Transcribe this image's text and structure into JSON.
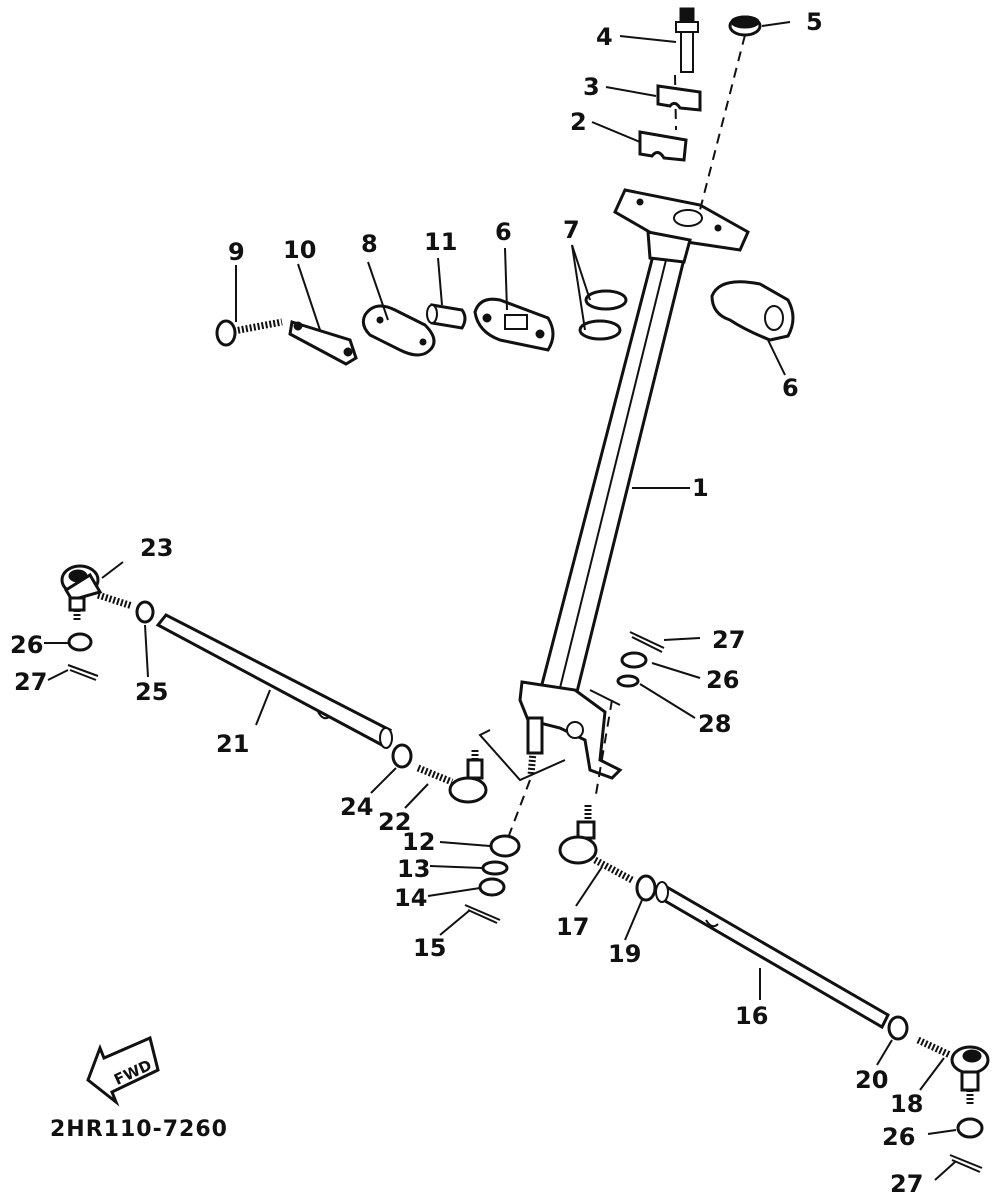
{
  "diagram": {
    "code": "2HR110-7260",
    "fwd_label": "FWD",
    "callouts": {
      "c1": "1",
      "c2": "2",
      "c3": "3",
      "c4": "4",
      "c5": "5",
      "c6a": "6",
      "c6b": "6",
      "c7": "7",
      "c8": "8",
      "c9": "9",
      "c10": "10",
      "c11": "11",
      "c12": "12",
      "c13": "13",
      "c14": "14",
      "c15": "15",
      "c16": "16",
      "c17": "17",
      "c18": "18",
      "c19": "19",
      "c20": "20",
      "c21": "21",
      "c22": "22",
      "c23": "23",
      "c24": "24",
      "c25": "25",
      "c26a": "26",
      "c26b": "26",
      "c26c": "26",
      "c27a": "27",
      "c27b": "27",
      "c27c": "27",
      "c28": "28"
    }
  }
}
